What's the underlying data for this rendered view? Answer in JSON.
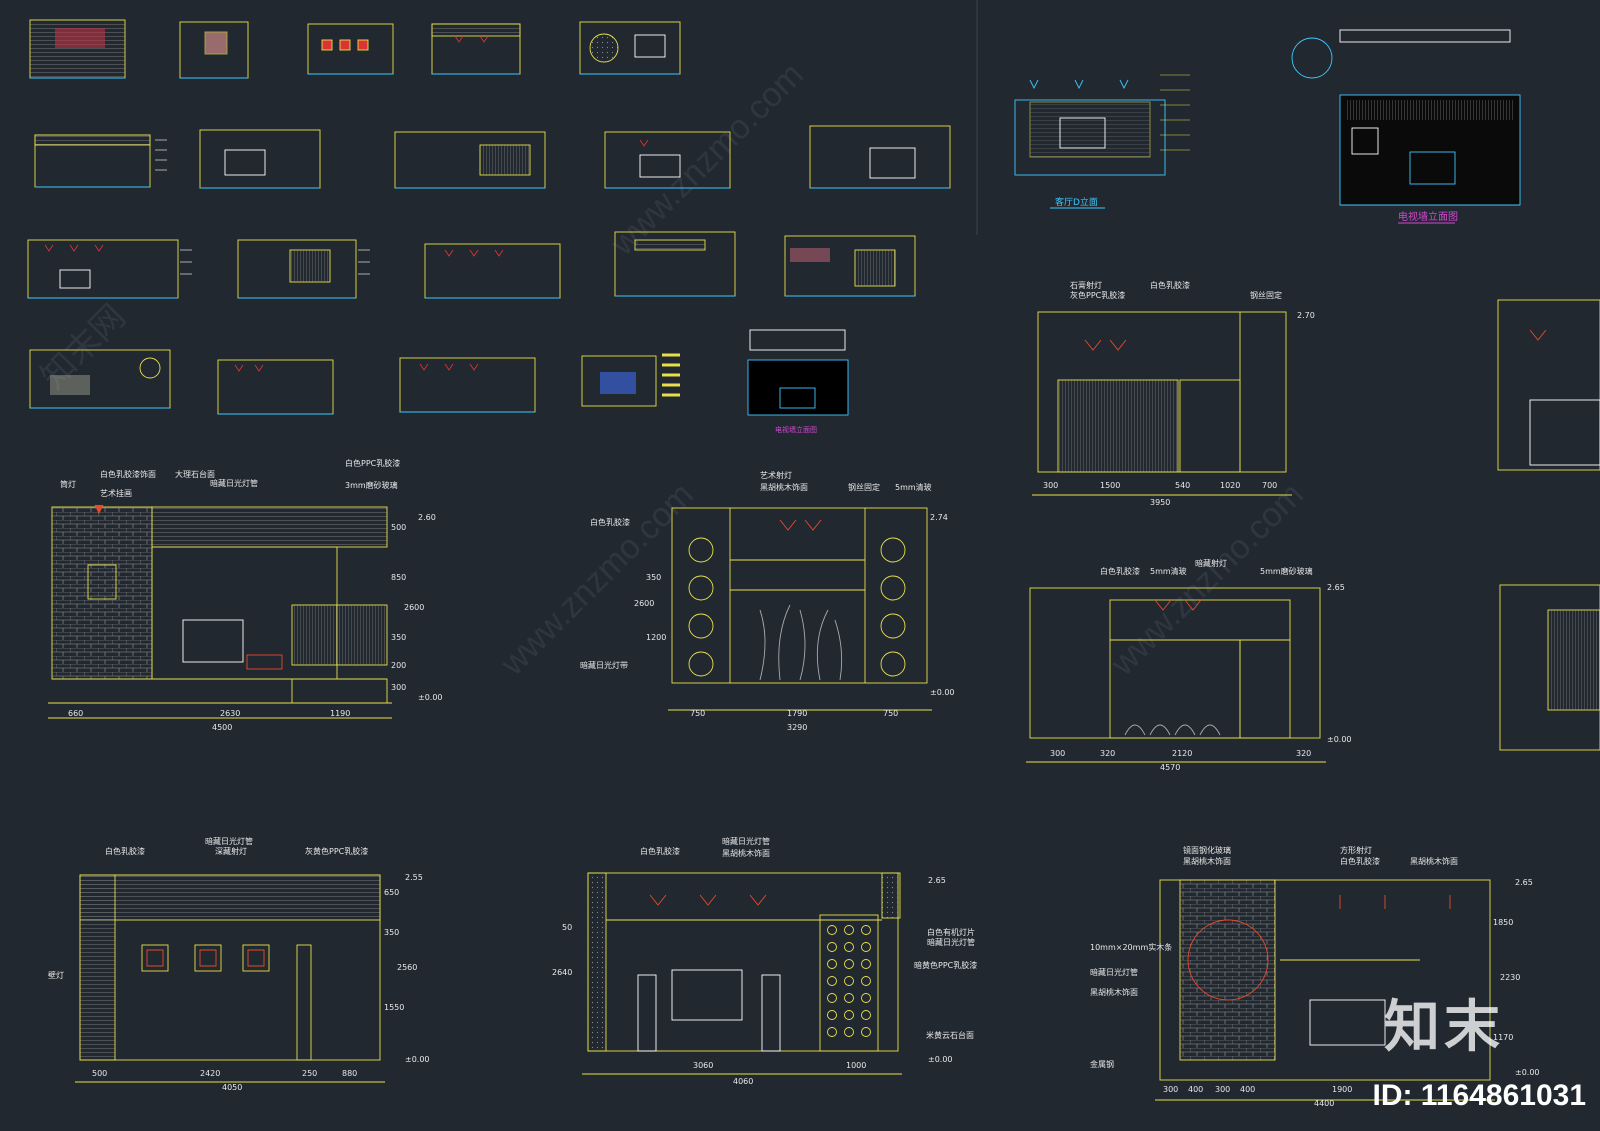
{
  "watermark": {
    "logo": "知末",
    "id_text": "ID: 1164861031",
    "diagonal_text": "www.znzmo.com",
    "diagonal_cn": "知末网"
  },
  "labels": {
    "tv_wall_title": "电视墙立面图",
    "living_room_a": "客厅D立面",
    "thumb_caption": "电视墙立面图"
  },
  "panels": {
    "p1": {
      "top_notes": [
        "白色乳胶漆饰面",
        "筒灯",
        "艺术挂画",
        "大理石台面",
        "暗藏日光灯管",
        "白色PPC乳胶漆",
        "3mm磨砂玻璃"
      ],
      "dims_bottom": [
        "660",
        "2630",
        "1190"
      ],
      "total": "4500",
      "dims_right": [
        "500",
        "850",
        "2600",
        "350",
        "200",
        "300"
      ],
      "levels": [
        "2.60",
        "±0.00"
      ]
    },
    "p2": {
      "top_notes": [
        "艺术射灯",
        "黑胡桃木饰面",
        "钢丝固定",
        "5mm清玻",
        "白色乳胶漆",
        "暗藏日光灯带"
      ],
      "dims_bottom": [
        "750",
        "1790",
        "750"
      ],
      "total": "3290",
      "dims_left": [
        "2600",
        "1200",
        "350"
      ],
      "levels": [
        "2.74",
        "±0.00"
      ]
    },
    "p3": {
      "top_notes": [
        "石膏射灯",
        "灰色PPC乳胶漆",
        "白色乳胶漆",
        "钢丝固定"
      ],
      "dims_bottom": [
        "300",
        "1500",
        "540",
        "1020",
        "700"
      ],
      "total": "3950",
      "levels": [
        "2.70"
      ]
    },
    "p4": {
      "top_notes": [
        "白色乳胶漆",
        "5mm清玻",
        "暗藏射灯",
        "5mm磨砂玻璃"
      ],
      "dims_bottom": [
        "300",
        "320",
        "2120",
        "320"
      ],
      "total": "4570",
      "levels": [
        "2.65",
        "±0.00"
      ]
    },
    "p5": {
      "top_notes": [
        "白色乳胶漆",
        "暗藏日光灯管",
        "深藏射灯",
        "灰黄色PPC乳胶漆"
      ],
      "dims_bottom": [
        "500",
        "2420",
        "250",
        "880"
      ],
      "total": "4050",
      "dims_right": [
        "650",
        "350",
        "2560",
        "1550"
      ],
      "levels": [
        "2.55",
        "±0.00"
      ],
      "left_note": "壁灯"
    },
    "p6": {
      "top_notes": [
        "白色乳胶漆",
        "暗藏日光灯管",
        "黑胡桃木饰面"
      ],
      "dims_bottom": [
        "3060",
        "1000"
      ],
      "total": "4060",
      "dims_left": [
        "2640",
        "50"
      ],
      "right_notes": [
        "白色有机灯片",
        "暗藏日光灯管",
        "暗黄色PPC乳胶漆",
        "米黄云石台面"
      ],
      "levels": [
        "2.65",
        "±0.00"
      ]
    },
    "p7": {
      "top_notes": [
        "镜面钢化玻璃",
        "黑胡桃木饰面",
        "方形射灯",
        "白色乳胶漆",
        "黑胡桃木饰面"
      ],
      "dims_bottom": [
        "300",
        "400",
        "300",
        "400",
        "1900"
      ],
      "total": "4400",
      "dims_right": [
        "1850",
        "2230",
        "1170"
      ],
      "left_notes": [
        "10mm×20mm实木条",
        "暗藏日光灯管",
        "黑胡桃木饰面",
        "金属钢"
      ],
      "levels": [
        "2.65",
        "±0.00"
      ]
    }
  }
}
